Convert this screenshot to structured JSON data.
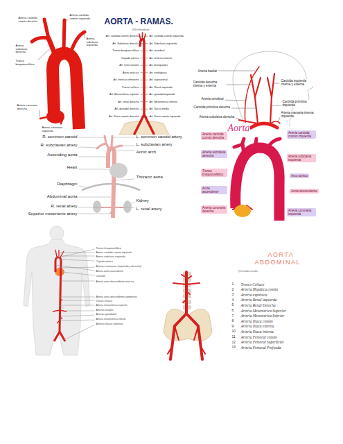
{
  "diagram": {
    "nodes": [
      {
        "text": [
          "Arteria carótida común derecha"
        ]
      },
      {
        "text": [
          "Arteria carótida común izquierda"
        ]
      },
      {
        "text": [
          "Arteria subclavia derecha"
        ]
      },
      {
        "text": [
          "Arteria subclavia izquierda"
        ]
      },
      {
        "text": [
          "Tronco braquiocefálico"
        ]
      },
      {
        "text": [
          "Arco aórtico"
        ]
      },
      {
        "text": [
          "Aorta ascendente"
        ]
      },
      {
        "text": [
          "Aorta descendente"
        ]
      },
      {
        "text": [
          "Arteria coronaria derecha"
        ]
      },
      {
        "text": [
          "Arteria coronaria izquierda"
        ]
      }
    ],
    "labels": [
      "Arteria carótida común derecha",
      "Arteria subclavia derecha",
      "Tronco braquiocefálico",
      "Arteria carótida común izquierda",
      "Arteria subclavia izquierda",
      "Arteria coronaria derecha",
      "Arteria coronaria izquierda",
      "AORTA - RAMAS.",
      "@Dr.Fisiolove",
      "Art. carótida común derecha",
      "Art. Subclavia derecha",
      "Tronco braquiocefálico",
      "Cayado aórtico",
      "Art. intercostales",
      "Aorta torácica",
      "Art. frénicas inferiores",
      "Tronco celíaco",
      "Art. Mesentérica superior",
      "Art. renal derecha",
      "Art. gonadal derecha",
      "Art. Ilíaca común derecha",
      "Art. carótida común izquierda",
      "Art. Subclavia izquierda",
      "Art. vertebral",
      "Art. torácica interna",
      "Art. bronquiales",
      "Art. esofágicas",
      "Art. suprarrenal",
      "Art. Renal izquierda",
      "Art. gonadal izquierda",
      "Art. Mesentérica inferior",
      "Art. Sacra media",
      "Art. Ilíaca común izquierda",
      "Arteria basilar",
      "Carótida derecha interna y externa",
      "Arteria vertebral",
      "Carótida primitiva derecha",
      "Arteria subclavia derecha",
      "Carótida izquierda interna y externa",
      "Carótida primitiva izquierda",
      "Arteria mamaria interna izquierda",
      "R. common carotid",
      "R. subclavian artery",
      "Ascending aorta",
      "Heart",
      "Diaphragm",
      "Abdominal aorta",
      "R. renal artery",
      "Superior mesenteric artery",
      "L. common carotid artery",
      "L. subclavian artery",
      "Aortic arch",
      "Thoracic aorta",
      "Kidney",
      "L. renal artery",
      "Aorta",
      "Tronco braquiocefálico",
      "Arteria carótida común izquierda",
      "Arteria subclavia izquierda",
      "Cayado aórtico",
      "Arterias coronarias (izquierda y derecha)",
      "Arteria aorta ascendente",
      "Corazón",
      "Arteria aorta descendente torácica",
      "Arteria aorta descendente abdominal",
      "Tronco celíaco",
      "Arteria mesentérica superior",
      "Arterias renales",
      "Arterias gonadales",
      "Arteria mesentérica inferior",
      "Arterias ilíacas comunes",
      "AORTA",
      "ABDOMINAL",
      "@estudia.medic",
      "1",
      "Tronco Celíaco",
      "2",
      "Arteria Hepática común",
      "3",
      "Arteria esplénica",
      "4",
      "Arteria Renal izquierda",
      "5",
      "Arteria Renal Derecha",
      "6",
      "Arteria Mesentérica Superior",
      "7",
      "Arteria Mesentérica Inferior",
      "8",
      "Arteria Ilíaca común",
      "9",
      "Arteria Ilíaca externa",
      "10",
      "Arteria Ilíaca interna",
      "11",
      "Arteria Femoral común",
      "12",
      "Arteria Femoral Superficial",
      "13",
      "Arteria Femoral Profunda"
    ]
  }
}
